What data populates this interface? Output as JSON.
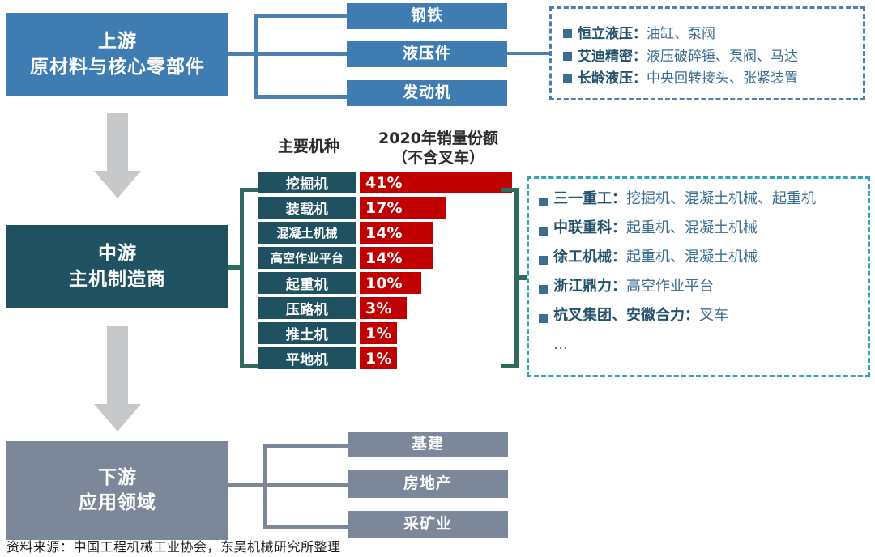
{
  "upstream": {
    "tier_label_line1": "上游",
    "tier_label_line2": "原材料与核心零部件",
    "items": [
      "钢铁",
      "液压件",
      "发动机"
    ],
    "callout": [
      {
        "company": "恒立液压：",
        "products": "油缸、泵阀"
      },
      {
        "company": "艾迪精密：",
        "products": "液压破碎锤、泵阀、马达"
      },
      {
        "company": "长龄液压：",
        "products": "中央回转接头、张紧装置"
      }
    ]
  },
  "midstream": {
    "tier_label_line1": "中游",
    "tier_label_line2": "主机制造商",
    "callout": [
      {
        "company": "三一重工：",
        "products": "挖掘机、混凝土机械、起重机"
      },
      {
        "company": "中联重科：",
        "products": "起重机、混凝土机械"
      },
      {
        "company": "徐工机械：",
        "products": "起重机、混凝土机械"
      },
      {
        "company": "浙江鼎力：",
        "products": "高空作业平台"
      },
      {
        "company": "杭叉集团、安徽合力：",
        "products": "叉车"
      }
    ],
    "callout_more": "…"
  },
  "downstream": {
    "tier_label_line1": "下游",
    "tier_label_line2": "应用领域",
    "items": [
      "基建",
      "房地产",
      "采矿业"
    ]
  },
  "chart_data": {
    "type": "bar",
    "title": "",
    "header_category": "主要机种",
    "header_value_line1": "2020年销量份额",
    "header_value_line2": "（不含叉车）",
    "xlabel": "",
    "ylabel": "",
    "grid": false,
    "legend": "none",
    "categories": [
      "挖掘机",
      "装载机",
      "混凝土机械",
      "高空作业平台",
      "起重机",
      "压路机",
      "推土机",
      "平地机"
    ],
    "values": [
      41,
      17,
      14,
      14,
      10,
      3,
      1,
      1
    ],
    "value_labels": [
      "41%",
      "17%",
      "14%",
      "14%",
      "10%",
      "3%",
      "1%",
      "1%"
    ],
    "unit": "%",
    "ylim": [
      0,
      41
    ]
  },
  "source": "资料来源：中国工程机械工业协会，东吴机械研究所整理",
  "colors": {
    "upstream_blue": "#3E7CB1",
    "midstream_teal": "#1F5161",
    "downstream_gray": "#7C8899",
    "bar_red": "#C00000",
    "bracket_green": "#2E6B5E",
    "dash_teal": "#2FA3B8",
    "arrow_gray": "#C6C8CA"
  }
}
